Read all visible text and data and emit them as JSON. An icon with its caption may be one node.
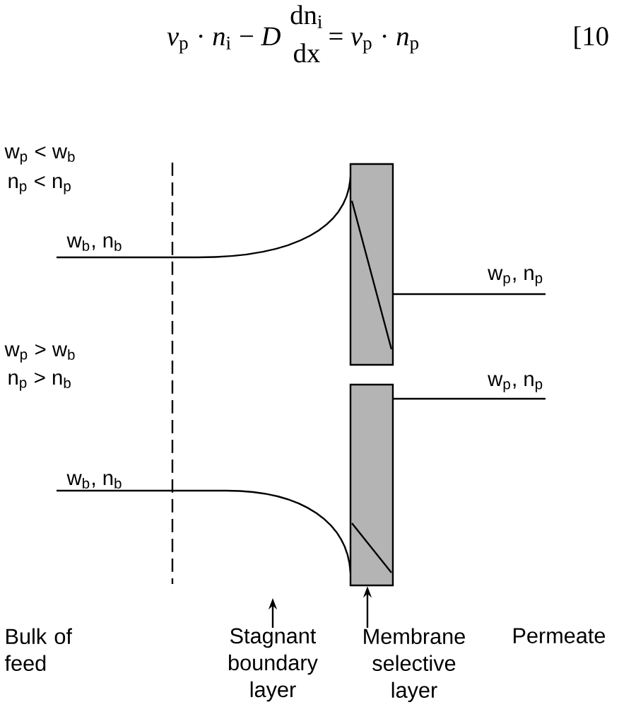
{
  "diagram": {
    "nodes": [
      {
        "text": [],
        "shape": "box"
      },
      {
        "text": [],
        "shape": "box"
      },
      {
        "text": [
          "Stagnant boundary layer"
        ]
      },
      {
        "text": [
          "Membrane selective layer"
        ]
      }
    ],
    "edges": [
      {
        "from": 2,
        "to": null,
        "arrow": "to"
      },
      {
        "from": 3,
        "to": 1,
        "arrow": "to"
      }
    ],
    "labels": [
      "*v*$_{p}$ · *n*$_{i}$ − *D*",
      "dn$_{i}$",
      "dx",
      "= *v*$_{p}$ · *n*$_{p}$",
      "[10",
      "w$_{p}$ < w$_{b}$",
      "n$_{p}$ < n$_{p}$",
      "w$_{b}$, n$_{b}$",
      "w$_{p}$, n$_{p}$",
      "w$_{p}$ > w$_{b}$",
      "n$_{p}$ > n$_{b}$",
      "w$_{p}$, n$_{p}$",
      "w$_{b}$, n$_{b}$",
      "Bulk of feed",
      "Permeate"
    ]
  }
}
